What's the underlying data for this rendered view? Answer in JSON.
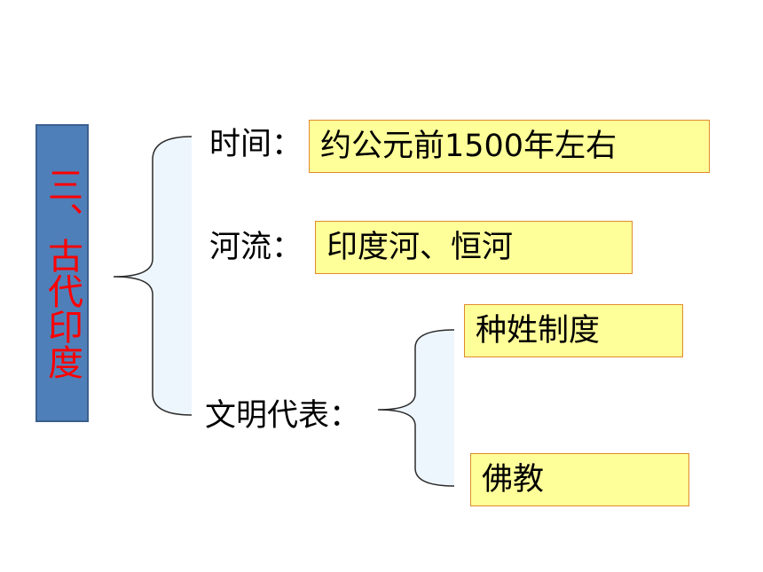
{
  "title": "三、古代印度",
  "rows": {
    "time": {
      "label": "时间：",
      "value": "约公元前1500年左右"
    },
    "river": {
      "label": "河流：",
      "value": "印度河、恒河"
    },
    "civilization": {
      "label": "文明代表：",
      "items": [
        "种姓制度",
        "佛教"
      ]
    }
  },
  "colors": {
    "title_box_fill": "#4f7fb9",
    "title_text": "#ff0000",
    "value_box_fill": "#ffff99",
    "value_box_border": "#e08a2c",
    "bracket_fill": "#eef6fd",
    "bracket_stroke": "#2b2b2b"
  }
}
